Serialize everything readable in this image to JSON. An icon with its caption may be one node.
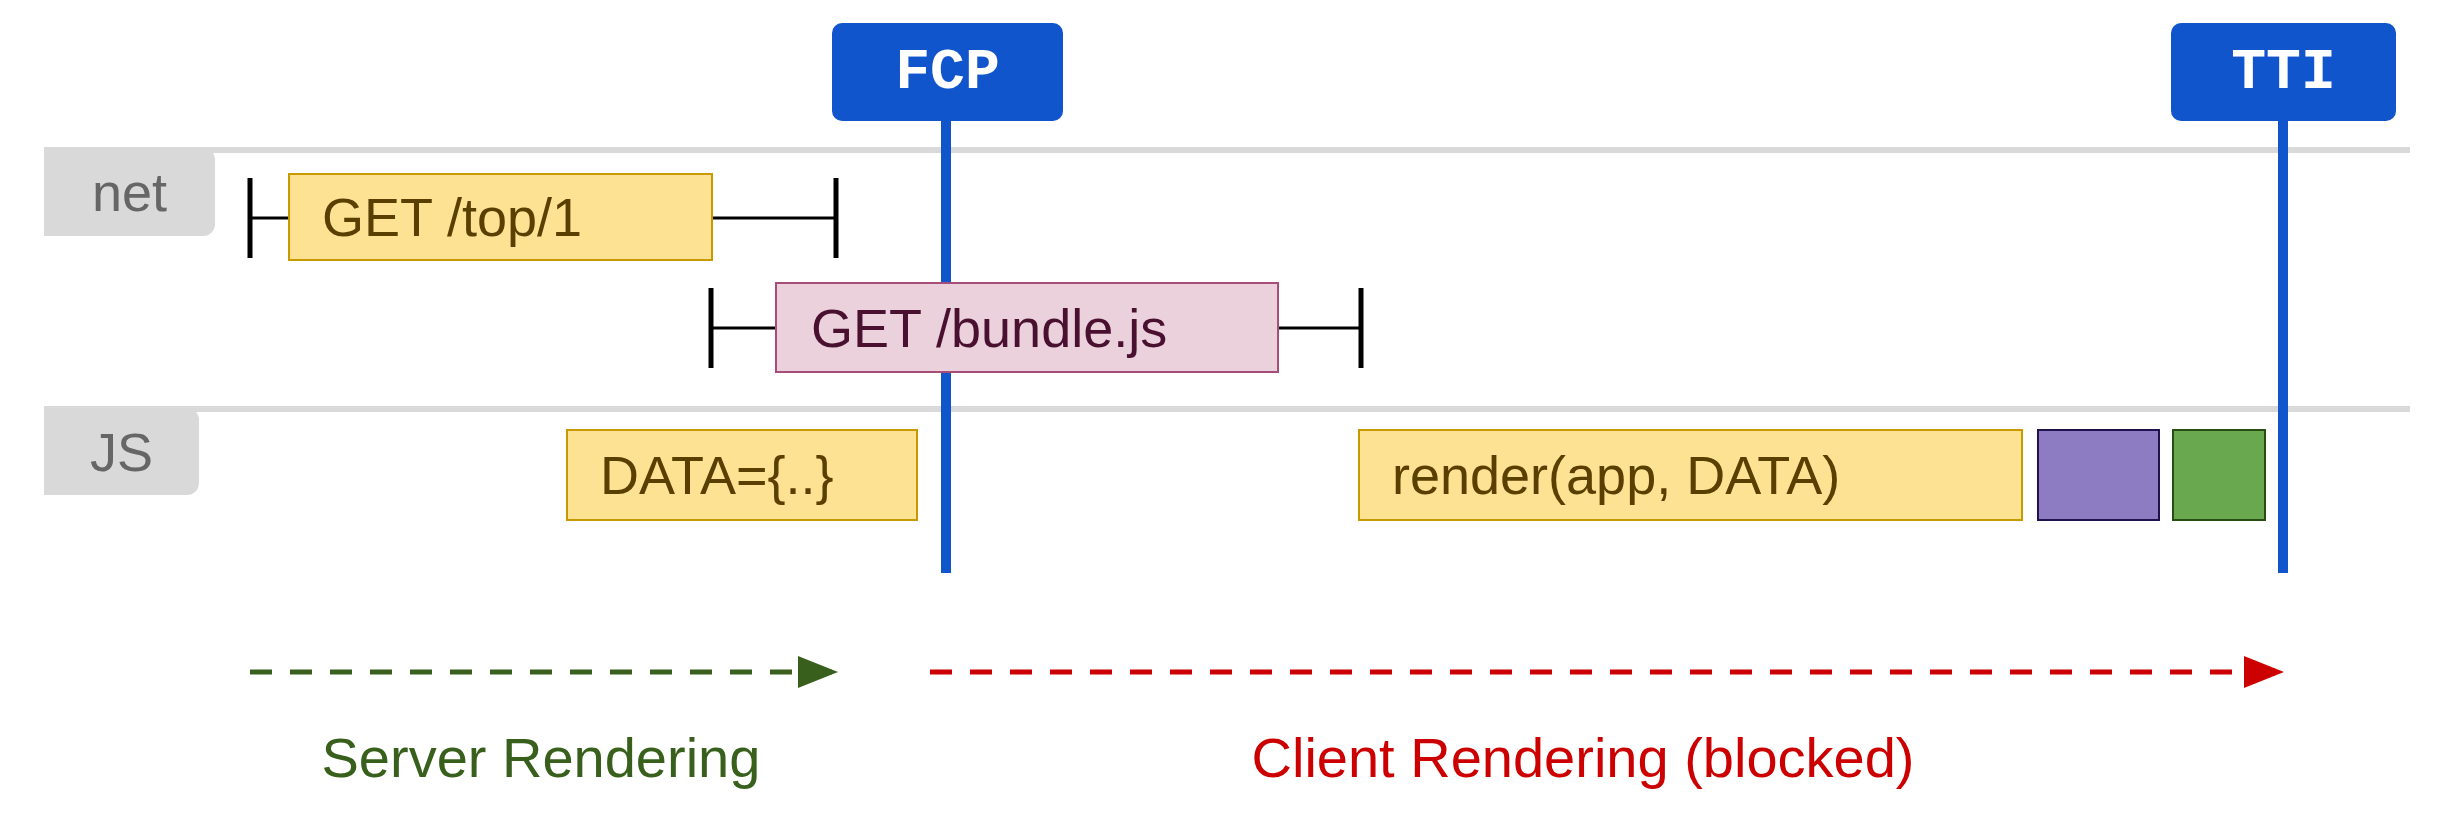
{
  "diagram": {
    "nodes": [
      {
        "text": [
          "FCP"
        ]
      },
      {
        "text": [
          "TTI"
        ]
      },
      {
        "text": [
          "net"
        ]
      },
      {
        "text": [
          "GET /top/1"
        ]
      },
      {
        "text": [
          "GET /bundle.js"
        ]
      },
      {
        "text": [
          "JS"
        ]
      },
      {
        "text": [
          "DATA={..}"
        ]
      },
      {
        "text": [
          "render(app, DATA)"
        ]
      },
      {
        "text": [],
        "shape": "box"
      },
      {
        "text": [],
        "shape": "box"
      }
    ],
    "labels": [
      "Server Rendering",
      "Client Rendering (blocked)"
    ]
  }
}
